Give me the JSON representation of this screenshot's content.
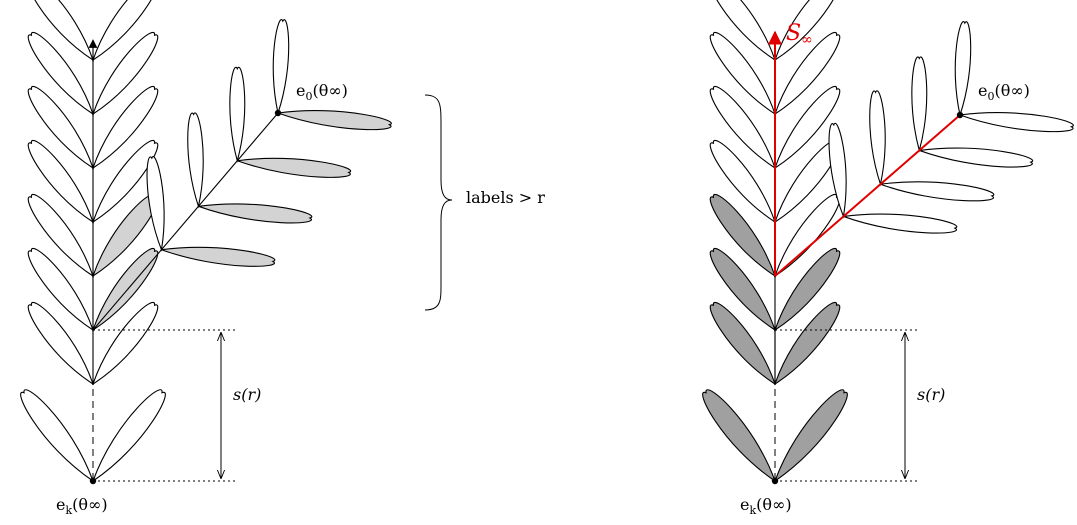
{
  "labels": {
    "left_e0": "e",
    "left_e0_sub": "0",
    "left_e0_arg": "(θ∞)",
    "left_ek": "e",
    "left_ek_sub": "k",
    "left_ek_arg": "(θ∞)",
    "left_sr": "s(r)",
    "brace_text": "labels > r",
    "right_s_inf": "S",
    "right_s_inf_sub": "∞",
    "right_e0": "e",
    "right_e0_sub": "0",
    "right_e0_arg": "(θ∞)",
    "right_ek": "e",
    "right_ek_sub": "k",
    "right_ek_arg": "(θ∞)",
    "right_sr": "s(r)"
  },
  "colors": {
    "light_fill": "#d3d3d3",
    "dark_fill": "#a0a0a0",
    "highlight": "#e00000"
  }
}
